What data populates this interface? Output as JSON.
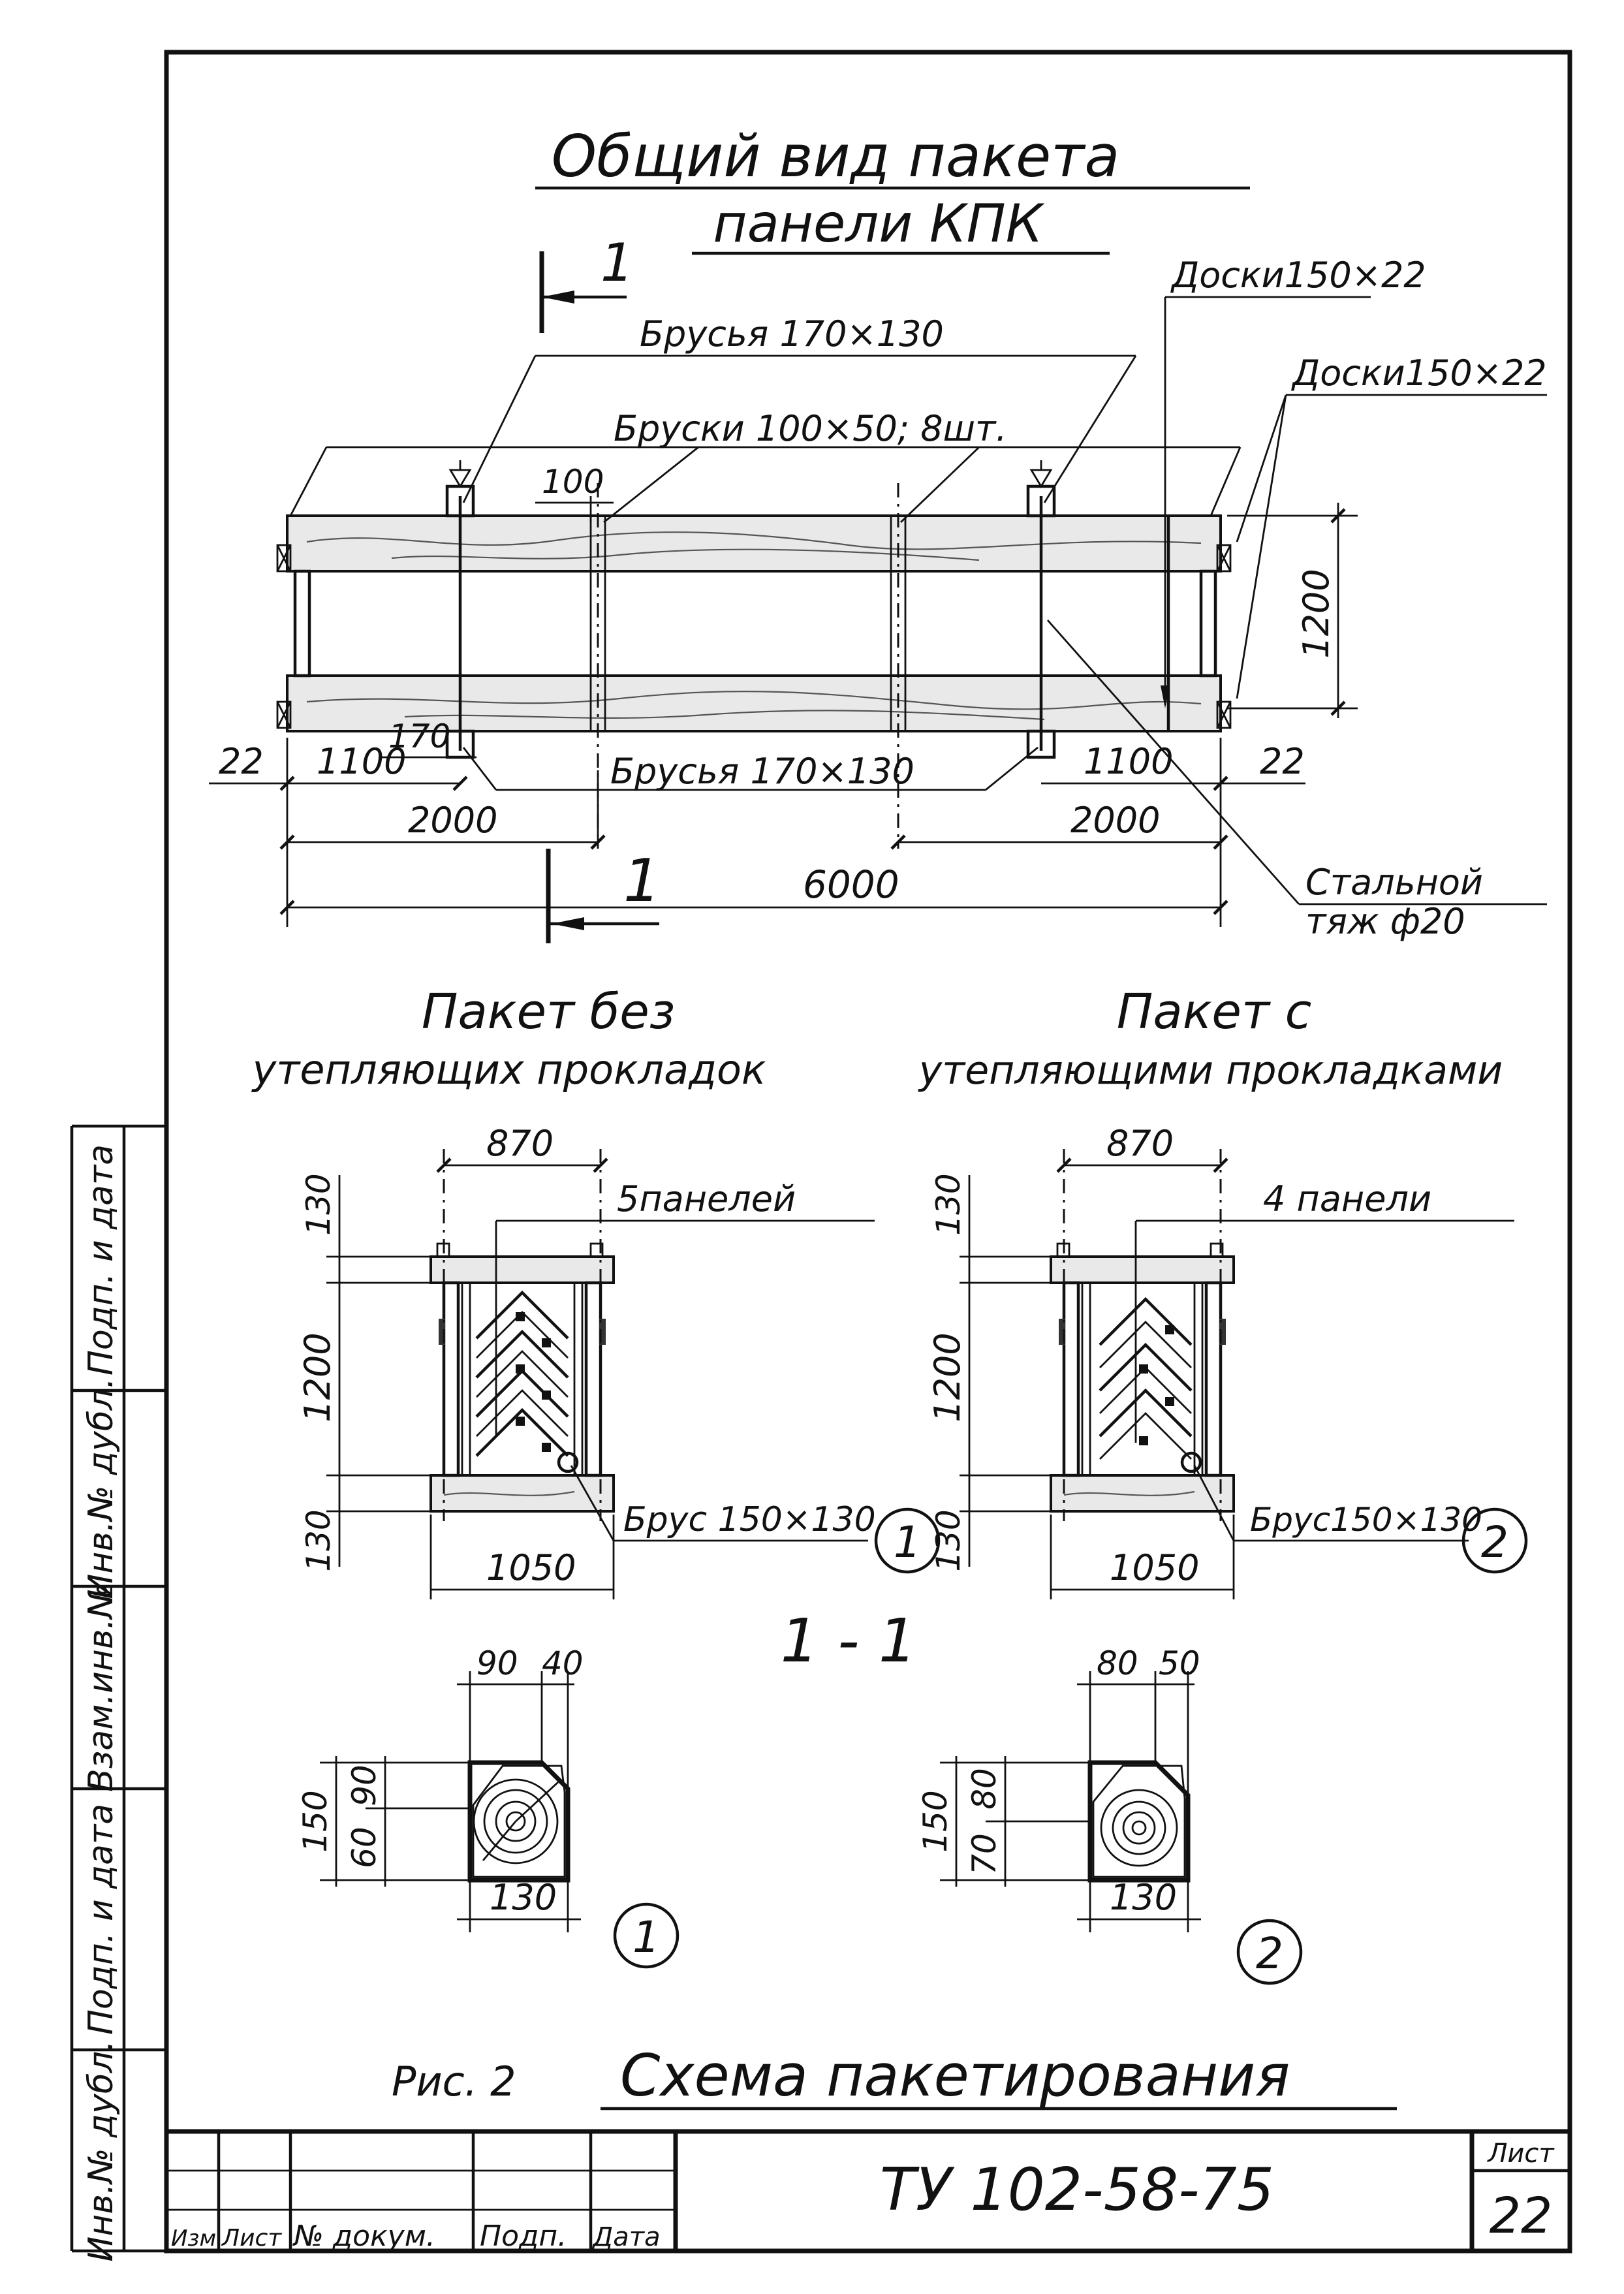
{
  "title": {
    "line1": "Общий вид пакета",
    "line2": "панели КПК"
  },
  "plan": {
    "section_mark": "1",
    "labels": {
      "boards_top": "Доски150×22",
      "boards_right": "Доски150×22",
      "beams_top": "Брусья 170×130",
      "bars": "Бруски 100×50; 8шт.",
      "beams_bottom": "Брусья 170×130",
      "steel_rod_line1": "Стальной",
      "steel_rod_line2": "тяж ф20"
    },
    "dims": {
      "d100": "100",
      "d170": "170",
      "d1200": "1200",
      "d22_left": "22",
      "d22_right": "22",
      "d1100_left": "1100",
      "d1100_right": "1100",
      "d2000_left": "2000",
      "d2000_right": "2000",
      "d6000": "6000"
    }
  },
  "sections": {
    "left_title_line1": "Пакет без",
    "left_title_line2": "утепляющих прокладок",
    "right_title_line1": "Пакет с",
    "right_title_line2": "утепляющими прокладками",
    "left": {
      "width_top": "870",
      "panels": "5панелей",
      "h130_top": "130",
      "h1200": "1200",
      "h130_bottom": "130",
      "width_bottom": "1050",
      "beam": "Брус 150×130",
      "callout": "1"
    },
    "right": {
      "width_top": "870",
      "panels": "4 панели",
      "h130_top": "130",
      "h1200": "1200",
      "h130_bottom": "130",
      "width_bottom": "1050",
      "beam": "Брус150×130",
      "callout": "2"
    },
    "section_label": "1 - 1"
  },
  "details": {
    "d1": {
      "top_a": "90",
      "top_b": "40",
      "left_outer": "150",
      "left_a": "90",
      "left_b": "60",
      "bottom": "130",
      "callout": "1"
    },
    "d2": {
      "top_a": "80",
      "top_b": "50",
      "left_outer": "150",
      "left_a": "80",
      "left_b": "70",
      "bottom": "130",
      "callout": "2"
    }
  },
  "caption": {
    "fig": "Рис. 2",
    "text": "Схема пакетирования"
  },
  "stamp": {
    "doc_code": "ТУ 102-58-75",
    "sheet_label": "Лист",
    "sheet_no": "22",
    "col_izm": "Изм",
    "col_list": "Лист",
    "col_doc": "№ докум.",
    "col_sign": "Подп.",
    "col_date": "Дата"
  },
  "side_margin": {
    "f1": "Подп. и дата",
    "f2": "Инв.№ дубл.",
    "f3": "Взам.инв.№",
    "f4": "Подп. и дата",
    "f5": "Инв.№ дубл."
  }
}
